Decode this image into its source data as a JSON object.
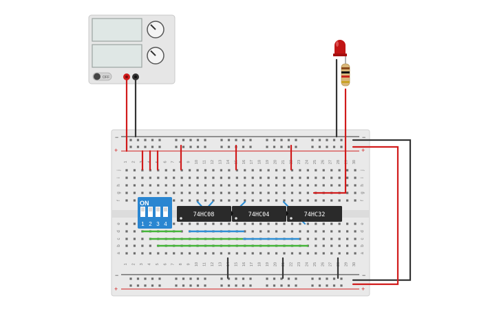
{
  "power_supply": {
    "off_label": "OFF",
    "brand_text": "",
    "knob_voltage_label": "",
    "knob_current_label": ""
  },
  "breadboard": {
    "rail_minus": "−",
    "rail_plus": "+",
    "row_letters_top": [
      "j",
      "i",
      "h",
      "g",
      "f"
    ],
    "row_letters_bottom": [
      "e",
      "d",
      "c",
      "b",
      "a"
    ],
    "column_numbers": [
      "1",
      "2",
      "3",
      "4",
      "5",
      "6",
      "7",
      "8",
      "9",
      "10",
      "11",
      "12",
      "13",
      "14",
      "15",
      "16",
      "17",
      "18",
      "19",
      "20",
      "21",
      "22",
      "23",
      "24",
      "25",
      "26",
      "27",
      "28",
      "29",
      "30"
    ]
  },
  "dip_switch": {
    "on_label": "ON",
    "switch_labels": [
      "1",
      "2",
      "3",
      "4"
    ]
  },
  "chips": [
    {
      "label": "74HC08"
    },
    {
      "label": "74HC04"
    },
    {
      "label": "74HC32"
    }
  ],
  "colors": {
    "wire_red": "#d11a1a",
    "wire_black": "#333333",
    "wire_green": "#44b538",
    "wire_blue": "#2e8fd6",
    "dip_blue": "#2a86d1",
    "chip_body": "#2a2a2a",
    "led_red": "#c11515",
    "breadboard": "#e9e9e9"
  }
}
